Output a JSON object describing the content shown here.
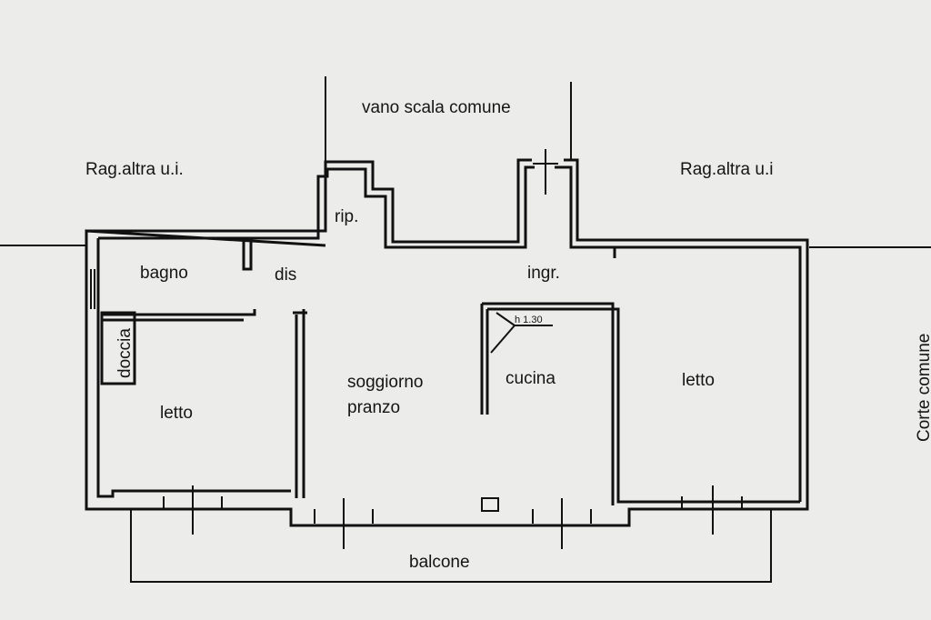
{
  "labels": {
    "vano_scala": "vano scala comune",
    "rag_left": "Rag.altra u.i.",
    "rag_right": "Rag.altra u.i",
    "rip": "rip.",
    "bagno": "bagno",
    "dis": "dis",
    "ingr": "ingr.",
    "doccia": "doccia",
    "letto_left": "letto",
    "soggiorno": "soggiorno",
    "pranzo": "pranzo",
    "cucina": "cucina",
    "h_note": "h 1.30",
    "letto_right": "letto",
    "balcone": "balcone",
    "corte": "Corte comune"
  }
}
